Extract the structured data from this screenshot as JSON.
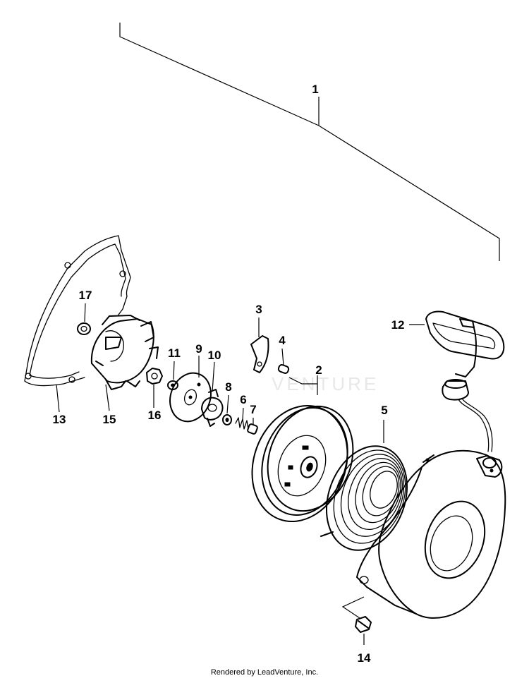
{
  "watermark": "VENTURE",
  "footer": "Rendered by LeadVenture, Inc.",
  "callouts": [
    "1",
    "2",
    "3",
    "4",
    "5",
    "6",
    "7",
    "8",
    "9",
    "10",
    "11",
    "12",
    "13",
    "14",
    "15",
    "16",
    "17"
  ]
}
